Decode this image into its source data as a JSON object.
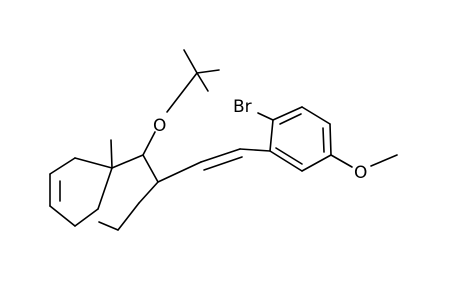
{
  "atom_labels": {
    "bromine": "Br",
    "ether_oxygen": "O",
    "methoxy_oxygen": "O"
  },
  "colors": {
    "background": "#ffffff",
    "bond": "#000000",
    "label": "#000000"
  }
}
